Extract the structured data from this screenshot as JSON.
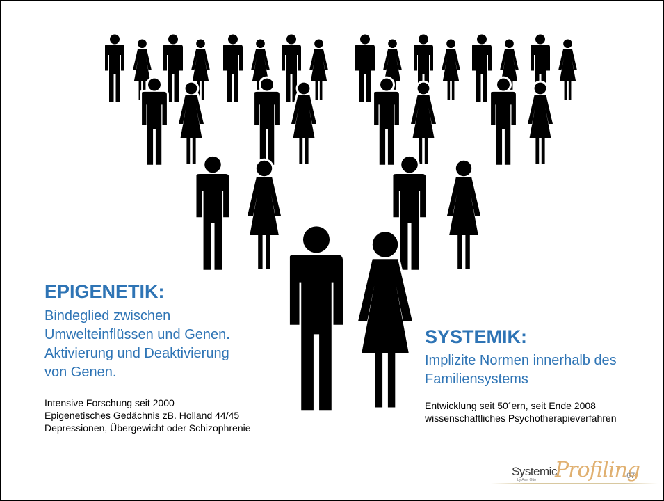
{
  "epigenetik": {
    "title": "EPIGENETIK:",
    "lead_lines": [
      "Bindeglied zwischen",
      "Umwelteinflüssen und Genen.",
      "Aktivierung und Deaktivierung",
      "von Genen."
    ],
    "detail_lines": [
      "Intensive Forschung seit 2000",
      "Epigenetisches Gedächnis zB. Holland 44/45",
      "Depressionen, Übergewicht oder Schizophrenie"
    ]
  },
  "systemik": {
    "title": "SYSTEMIK:",
    "lead_lines": [
      "Implizite Normen innerhalb des",
      "Familiensystems"
    ],
    "detail_lines": [
      "Entwicklung seit 50´ern, seit Ende 2008",
      "wissenschaftliches Psychotherapieverfahren"
    ]
  },
  "logo": {
    "word_systemic": "Systemic",
    "word_profiling": "Profiling",
    "subline": "by Axel Otto"
  },
  "page_number": "67",
  "colors": {
    "accent": "#2e74b5",
    "figures": "#000000",
    "logo_gold": "#e0b070"
  },
  "illustration": "family-tree-pictogram"
}
